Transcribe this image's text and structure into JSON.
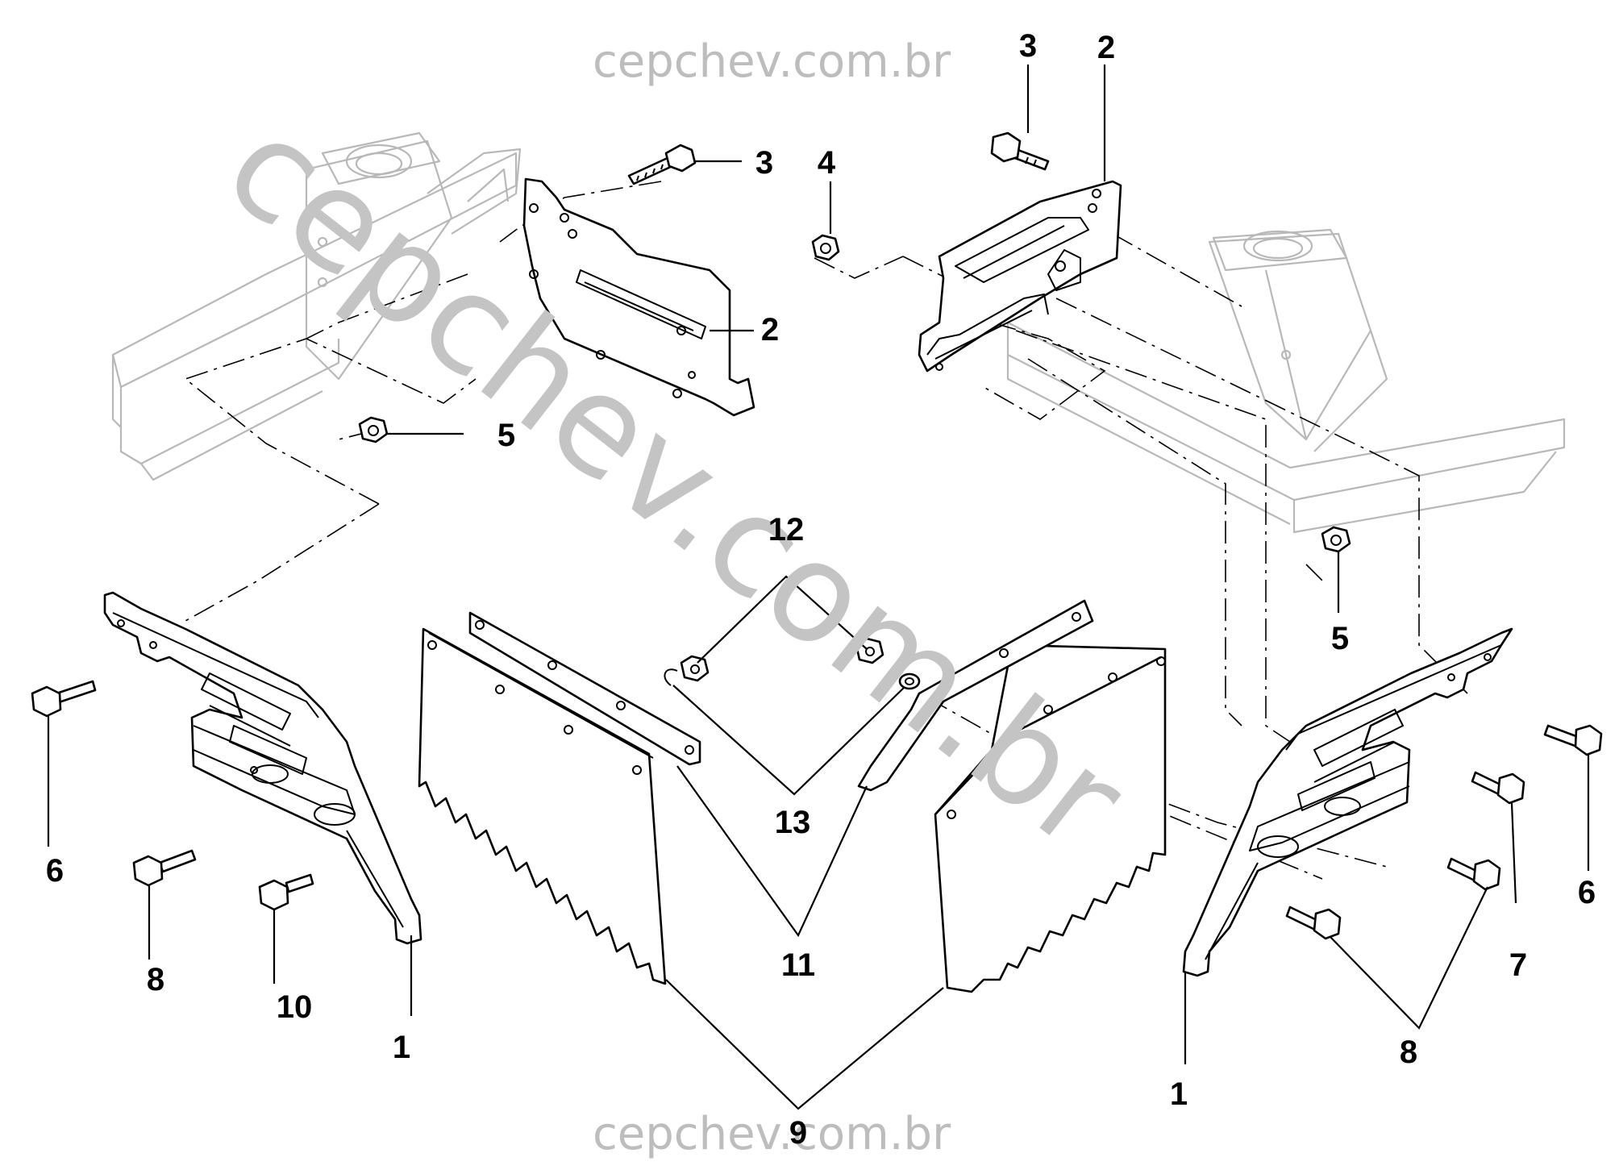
{
  "watermark": {
    "top": "cepchev.com.br",
    "bottom": "cepchev.com.br",
    "diagonal": "cepchev.com.br"
  },
  "callouts": [
    {
      "id": "left-bracket-1",
      "label": "1"
    },
    {
      "id": "right-bracket-1",
      "label": "1"
    },
    {
      "id": "left-bracket-2",
      "label": "2"
    },
    {
      "id": "right-bracket-2",
      "label": "2"
    },
    {
      "id": "left-bolt-3",
      "label": "3"
    },
    {
      "id": "right-bolt-3",
      "label": "3"
    },
    {
      "id": "nut-4",
      "label": "4"
    },
    {
      "id": "left-nut-5",
      "label": "5"
    },
    {
      "id": "right-nut-5",
      "label": "5"
    },
    {
      "id": "left-bolt-6",
      "label": "6"
    },
    {
      "id": "right-bolt-6",
      "label": "6"
    },
    {
      "id": "bolt-7",
      "label": "7"
    },
    {
      "id": "left-bolt-8",
      "label": "8"
    },
    {
      "id": "right-bolt-8",
      "label": "8"
    },
    {
      "id": "mud-flap-9",
      "label": "9"
    },
    {
      "id": "bolt-10",
      "label": "10"
    },
    {
      "id": "strip-11",
      "label": "11"
    },
    {
      "id": "nut-12",
      "label": "12"
    },
    {
      "id": "washer-13",
      "label": "13"
    }
  ]
}
